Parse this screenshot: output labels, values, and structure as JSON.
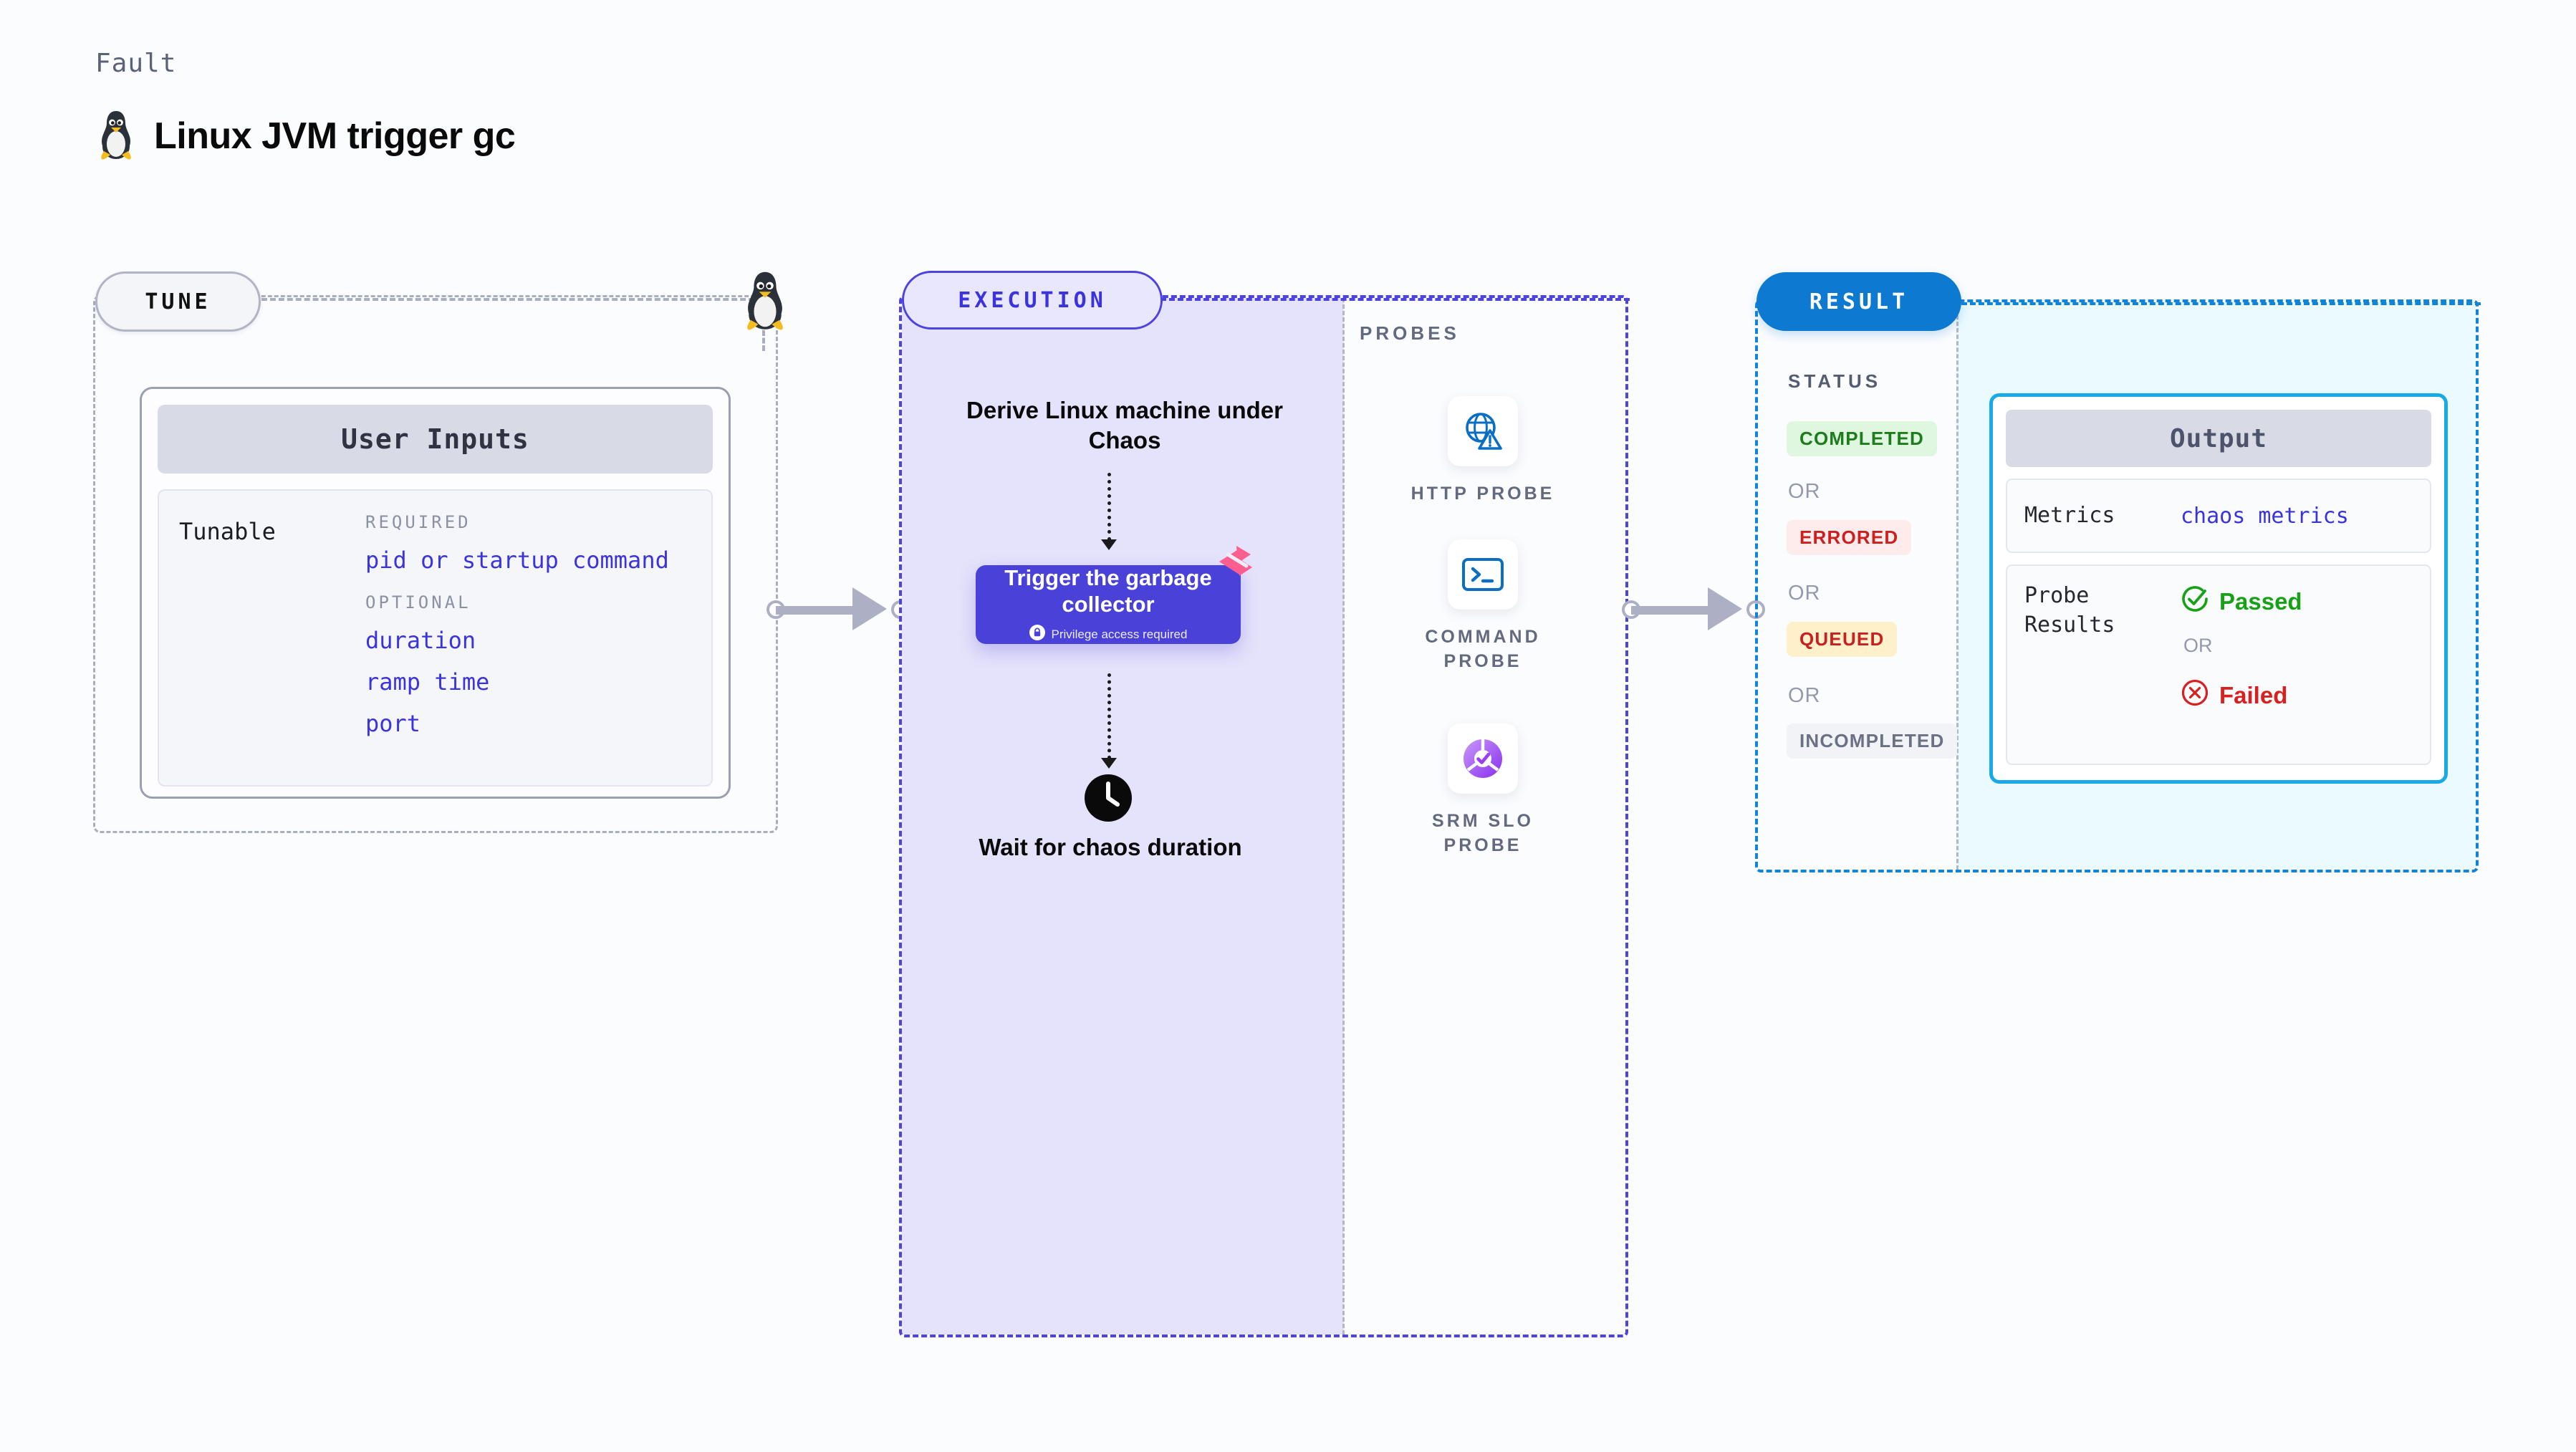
{
  "header": {
    "kicker": "Fault",
    "title": "Linux JVM trigger gc",
    "icon": "tux-penguin-icon"
  },
  "tune": {
    "pill_label": "TUNE",
    "card_title": "User Inputs",
    "tunable_label": "Tunable",
    "groups": [
      {
        "title": "REQUIRED",
        "items": [
          "pid or startup command"
        ]
      },
      {
        "title": "OPTIONAL",
        "items": [
          "duration",
          "ramp time",
          "port"
        ]
      }
    ]
  },
  "execution": {
    "pill_label": "EXECUTION",
    "step_derive": "Derive Linux machine under Chaos",
    "trigger_title": "Trigger the garbage collector",
    "trigger_note": "Privilege access required",
    "step_wait": "Wait for chaos duration",
    "badge_icon": "harness-fault-badge-icon",
    "lock_icon": "lock-icon",
    "clock_icon": "clock-icon"
  },
  "probes": {
    "label": "PROBES",
    "items": [
      {
        "label": "HTTP PROBE",
        "icon": "globe-warning-icon"
      },
      {
        "label": "COMMAND PROBE",
        "icon": "terminal-prompt-icon"
      },
      {
        "label": "SRM SLO PROBE",
        "icon": "slo-donut-check-icon"
      }
    ]
  },
  "result": {
    "pill_label": "RESULT",
    "status_label": "STATUS",
    "or_label": "OR",
    "statuses": [
      {
        "label": "COMPLETED",
        "bg": "#dff6df",
        "fg": "#1d7d1d"
      },
      {
        "label": "ERRORED",
        "bg": "#fdeceb",
        "fg": "#cc2020"
      },
      {
        "label": "QUEUED",
        "bg": "#fdf0cb",
        "fg": "#c82020"
      },
      {
        "label": "INCOMPLETED",
        "bg": "#f2f3f7",
        "fg": "#6a7185"
      }
    ],
    "output": {
      "title": "Output",
      "metrics_key": "Metrics",
      "metrics_value": "chaos metrics",
      "probe_results_key": "Probe Results",
      "passed_label": "Passed",
      "failed_label": "Failed",
      "or_label": "OR",
      "passed_icon": "check-circle-icon",
      "failed_icon": "x-circle-icon"
    }
  },
  "colors": {
    "tune_border": "#a9aebe",
    "execution_accent": "#4d44e0",
    "execution_bg": "#e5e3fb",
    "result_accent": "#1284d8",
    "result_bg": "#ebfaff",
    "output_border": "#18aae6",
    "trigger_card": "#4a42d8",
    "link_text": "#3b34de",
    "badge_pink": "#fb5e8f"
  }
}
